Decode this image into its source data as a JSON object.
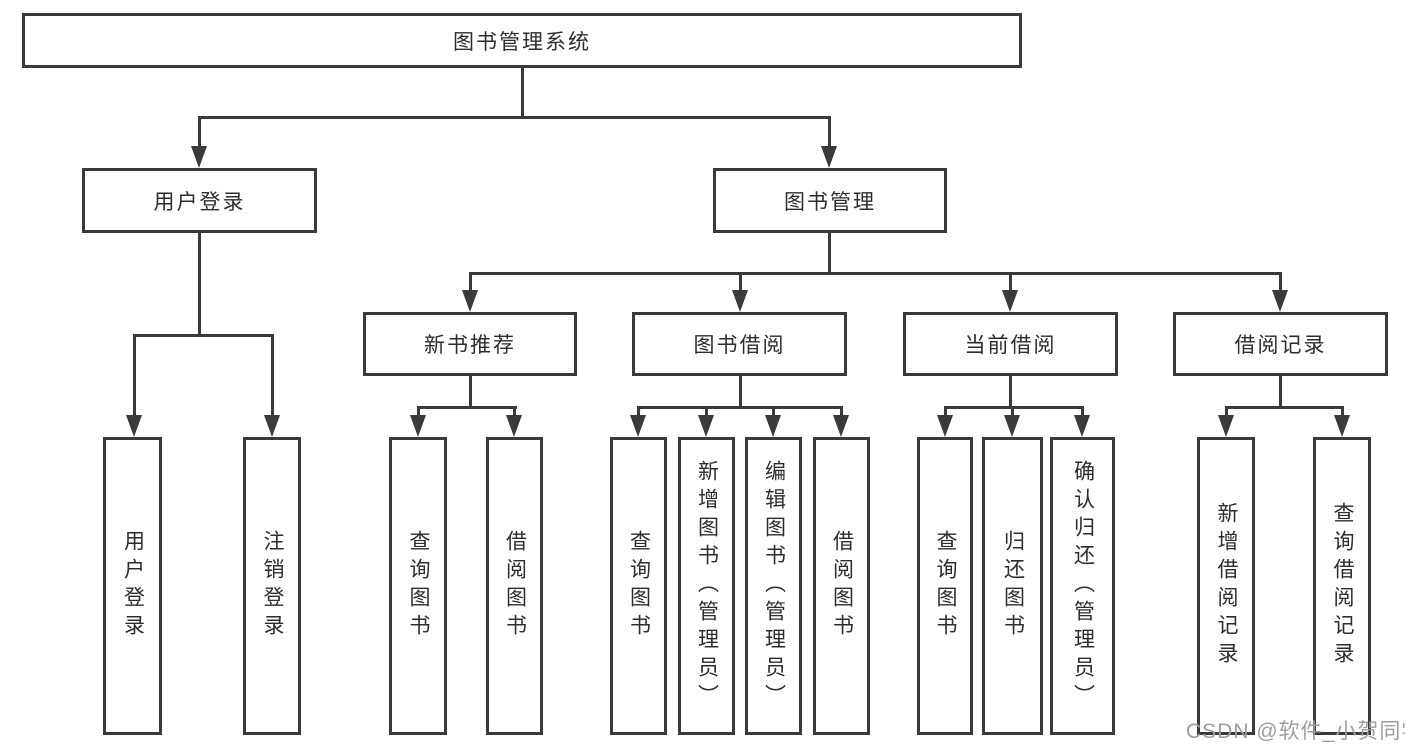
{
  "colors": {
    "line": "#3a3a3a",
    "text": "#2d2d2d",
    "watermark": "#9e9ea2",
    "background": "#ffffff"
  },
  "watermark": "CSDN @软件_小贺同学",
  "tree": {
    "root": {
      "label": "图书管理系统"
    },
    "branches": [
      {
        "label": "用户登录",
        "children": [
          {
            "label": "用户登录"
          },
          {
            "label": "注销登录"
          }
        ]
      },
      {
        "label": "图书管理",
        "children": [
          {
            "label": "新书推荐",
            "children": [
              {
                "label": "查询图书"
              },
              {
                "label": "借阅图书"
              }
            ]
          },
          {
            "label": "图书借阅",
            "children": [
              {
                "label": "查询图书"
              },
              {
                "label": "新增图书（管理员）"
              },
              {
                "label": "编辑图书（管理员）"
              },
              {
                "label": "借阅图书"
              }
            ]
          },
          {
            "label": "当前借阅",
            "children": [
              {
                "label": "查询图书"
              },
              {
                "label": "归还图书"
              },
              {
                "label": "确认归还（管理员）"
              }
            ]
          },
          {
            "label": "借阅记录",
            "children": [
              {
                "label": "新增借阅记录"
              },
              {
                "label": "查询借阅记录"
              }
            ]
          }
        ]
      }
    ]
  }
}
